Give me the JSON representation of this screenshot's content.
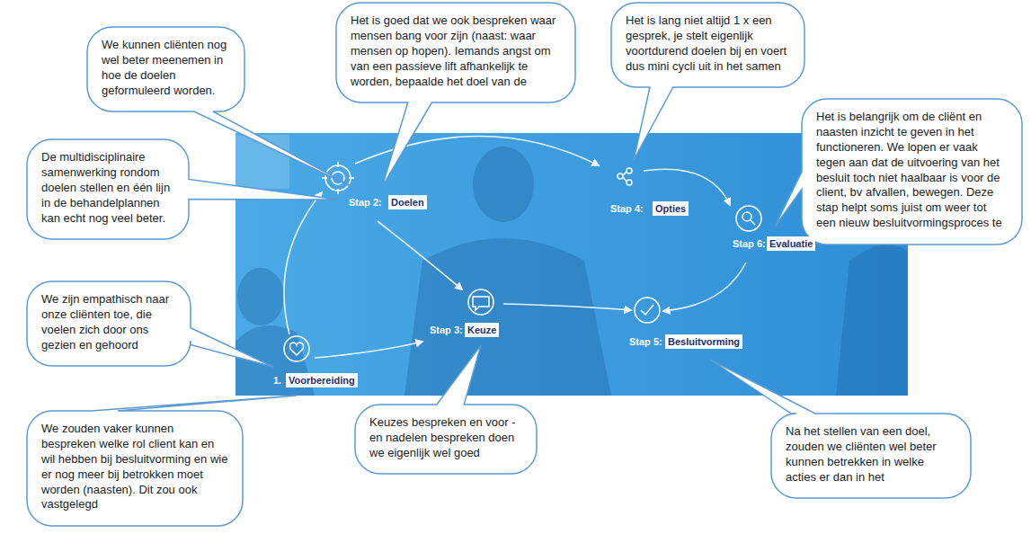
{
  "diagram": {
    "nodes": [
      {
        "text": [
          "We kunnen cliënten nog wel beter meenemen in hoe de doelen geformuleerd worden."
        ]
      },
      {
        "text": [
          "Het is goed dat we ook bespreken waar mensen bang voor zijn (naast: waar mensen op hopen). Iemands angst om van een passieve lift afhankelijk te worden, bepaalde het doel van de"
        ]
      },
      {
        "text": [
          "Het is lang niet altijd 1 x een gesprek, je stelt eigenlijk voortdurend doelen bij en voert dus mini cycli uit in het samen"
        ]
      },
      {
        "text": [
          "De multidisciplinaire samenwerking rondom doelen stellen en één lijn in de behandelplannen kan echt nog veel beter."
        ]
      },
      {
        "text": [
          "Het is belangrijk om de cliënt en naasten inzicht te geven in het functioneren. We lopen er vaak tegen aan dat de uitvoering van het besluit toch niet haalbaar is voor de client, bv afvallen, bewegen. Deze stap helpt soms juist om weer tot een nieuw besluitvormingsproces te"
        ]
      },
      {
        "text": [
          "We zijn empathisch naar onze cliënten toe, die voelen zich door ons gezien en gehoord"
        ]
      },
      {
        "text": [
          "Keuzes bespreken en voor - en nadelen bespreken doen we eigenlijk wel goed"
        ]
      },
      {
        "text": [
          "We zouden vaker kunnen bespreken welke rol client kan en wil hebben bij besluitvorming en wie er nog meer bij betrokken moet worden (naasten). Dit zou ook vastgelegd"
        ]
      },
      {
        "text": [
          "Na het stellen van een doel, zouden we cliënten wel beter kunnen betrekken in welke acties er dan in het"
        ]
      }
    ],
    "labels": [
      "Stap 2:",
      "Doelen",
      "Stap 3:",
      "Keuze",
      "Stap 4:",
      "Opties",
      "Stap 5:",
      "Besluitvorming",
      "Stap 6:",
      "Evaluatie",
      "1.",
      "Voorbereiding"
    ]
  }
}
